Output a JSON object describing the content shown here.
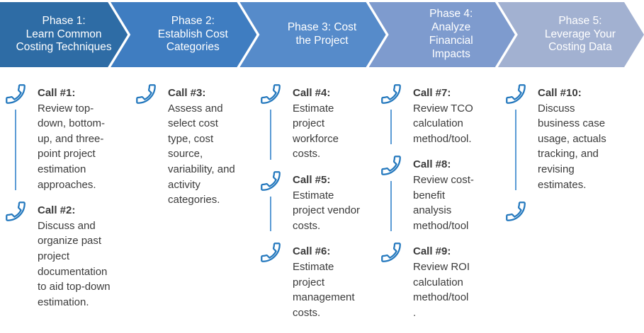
{
  "banner": {
    "phases": [
      {
        "label": "Phase 1:\nLearn Common\nCosting Techniques",
        "color": "#2e6ca5"
      },
      {
        "label": "Phase 2:\nEstablish Cost\nCategories",
        "color": "#3f7dc1"
      },
      {
        "label": "Phase 3: Cost\nthe Project",
        "color": "#568bca"
      },
      {
        "label": "Phase 4:\nAnalyze\nFinancial\nImpacts",
        "color": "#7e9bce"
      },
      {
        "label": "Phase 5:\nLeverage Your\nCosting Data",
        "color": "#a2b1d1"
      }
    ]
  },
  "calls": {
    "columns": [
      {
        "items": [
          {
            "title": "Call #1:",
            "description": "Review top-down, bottom-up, and three-point project estimation approaches."
          },
          {
            "title": "Call #2:",
            "description": "Discuss and organize past project documentation to aid top-down estimation."
          }
        ]
      },
      {
        "items": [
          {
            "title": "Call #3:",
            "description": "Assess and select cost type, cost source, variability, and activity categories."
          }
        ]
      },
      {
        "items": [
          {
            "title": "Call #4:",
            "description": "Estimate project workforce costs."
          },
          {
            "title": "Call #5:",
            "description": "Estimate project vendor costs."
          },
          {
            "title": "Call #6:",
            "description": "Estimate project management costs."
          }
        ]
      },
      {
        "items": [
          {
            "title": "Call #7:",
            "description": "Review TCO calculation method/tool."
          },
          {
            "title": "Call #8:",
            "description": "Review cost-benefit analysis method/tool"
          },
          {
            "title": "Call #9:",
            "description": "Review ROI calculation method/tool\n."
          }
        ]
      },
      {
        "items": [
          {
            "title": "Call #10:",
            "description": "Discuss business case usage, actuals tracking, and revising estimates."
          }
        ]
      }
    ]
  },
  "icons": {
    "phone": "phone-icon"
  },
  "colors": {
    "banner-text": "#ffffff",
    "phone-icon": "#2579be",
    "connector": "#5b9bd5",
    "text": "#3b3b3b"
  }
}
